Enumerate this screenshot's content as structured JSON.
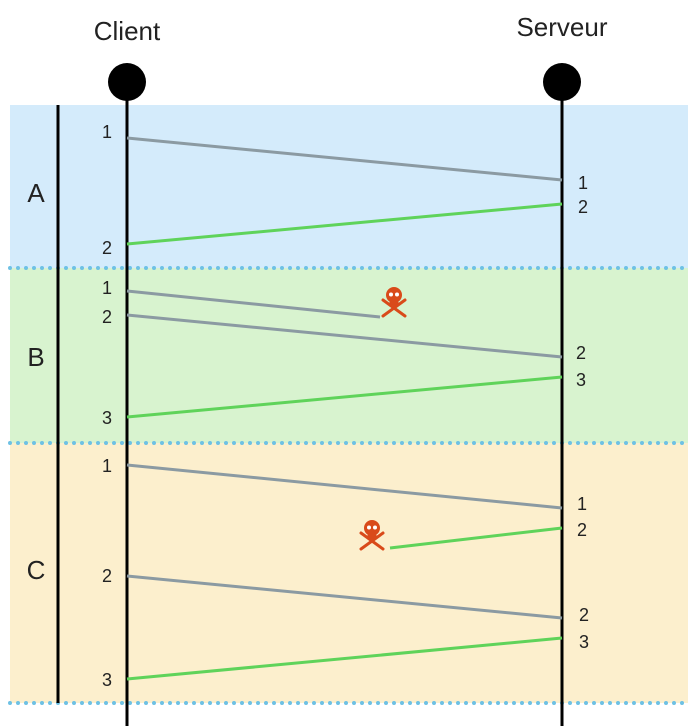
{
  "header": {
    "client_label": "Client",
    "server_label": "Serveur"
  },
  "colors": {
    "section_a": "#d4ebfb",
    "section_b": "#d8f3cf",
    "section_c": "#fcefcd",
    "separator": "#6ec1e4",
    "request_line": "#8b9aa2",
    "response_line": "#5fd35a",
    "lost_icon": "#d94a1a"
  },
  "sections": [
    {
      "label": "A",
      "messages": [
        {
          "kind": "request",
          "client_label": "1",
          "server_label": "1",
          "lost": false
        },
        {
          "kind": "response",
          "client_label": "2",
          "server_label": "2",
          "lost": false
        }
      ]
    },
    {
      "label": "B",
      "messages": [
        {
          "kind": "request",
          "client_label": "1",
          "server_label": "",
          "lost": true
        },
        {
          "kind": "request",
          "client_label": "2",
          "server_label": "2",
          "lost": false
        },
        {
          "kind": "response",
          "client_label": "3",
          "server_label": "3",
          "lost": false
        }
      ]
    },
    {
      "label": "C",
      "messages": [
        {
          "kind": "request",
          "client_label": "1",
          "server_label": "1",
          "lost": false
        },
        {
          "kind": "response",
          "client_label": "",
          "server_label": "2",
          "lost": true
        },
        {
          "kind": "request",
          "client_label": "2",
          "server_label": "2",
          "lost": false
        },
        {
          "kind": "response",
          "client_label": "3",
          "server_label": "3",
          "lost": false
        }
      ]
    }
  ],
  "icons": {
    "lost_message": "skull-crossbones-icon"
  }
}
